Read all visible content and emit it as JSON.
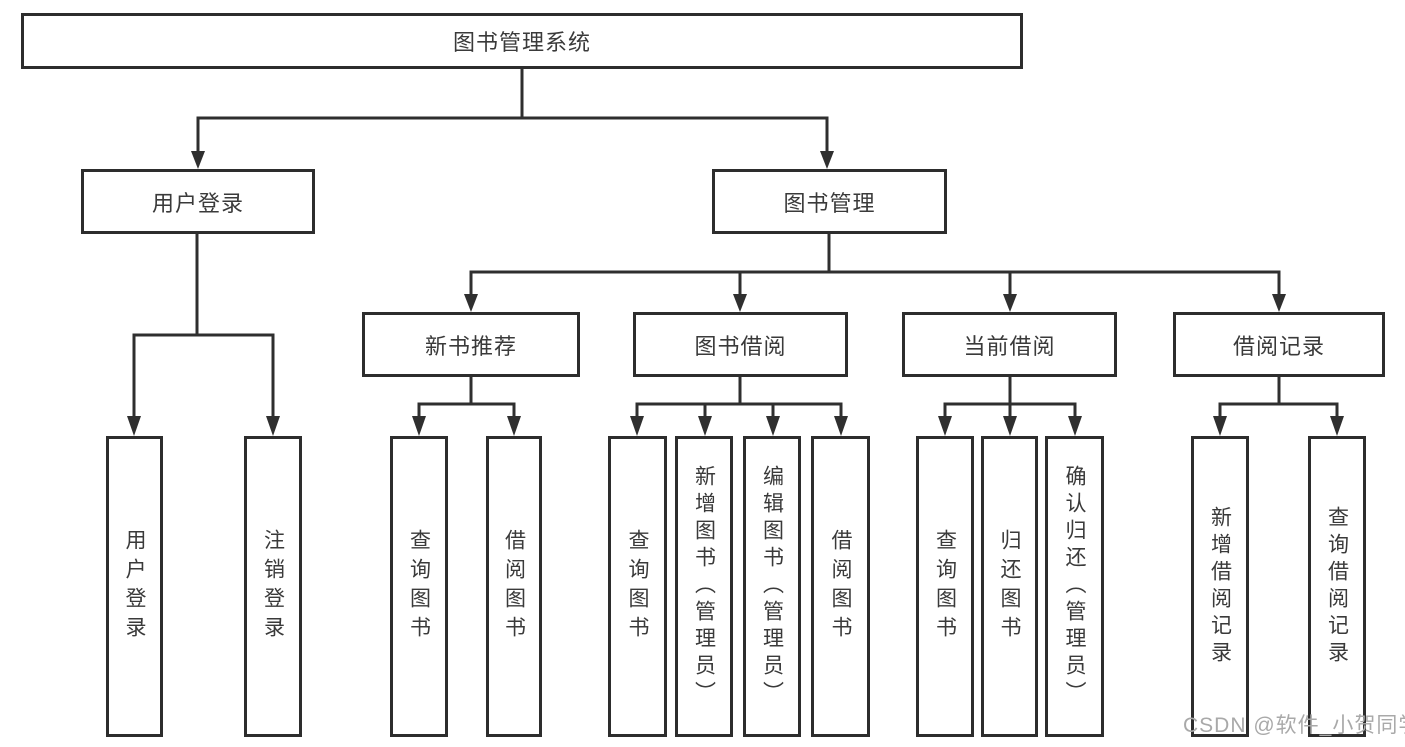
{
  "diagram": {
    "root": {
      "label": "图书管理系统"
    },
    "level1": [
      {
        "label": "用户登录"
      },
      {
        "label": "图书管理"
      }
    ],
    "level2": [
      {
        "label": "新书推荐"
      },
      {
        "label": "图书借阅"
      },
      {
        "label": "当前借阅"
      },
      {
        "label": "借阅记录"
      }
    ],
    "leaves": {
      "user_login": [
        "用户登录",
        "注销登录"
      ],
      "new_book_recommend": [
        "查询图书",
        "借阅图书"
      ],
      "book_borrow": [
        "查询图书",
        "新增图书（管理员）",
        "编辑图书（管理员）",
        "借阅图书"
      ],
      "current_borrow": [
        "查询图书",
        "归还图书",
        "确认归还（管理员）"
      ],
      "borrow_records": [
        "新增借阅记录",
        "查询借阅记录"
      ]
    }
  },
  "watermark": {
    "text": "CSDN @软件_小贺同学"
  },
  "colors": {
    "line": "#2f2f2f",
    "box_border": "#2d2d2d",
    "text": "#3a3a3a",
    "watermark": "#a9a9a9",
    "background": "#ffffff"
  }
}
